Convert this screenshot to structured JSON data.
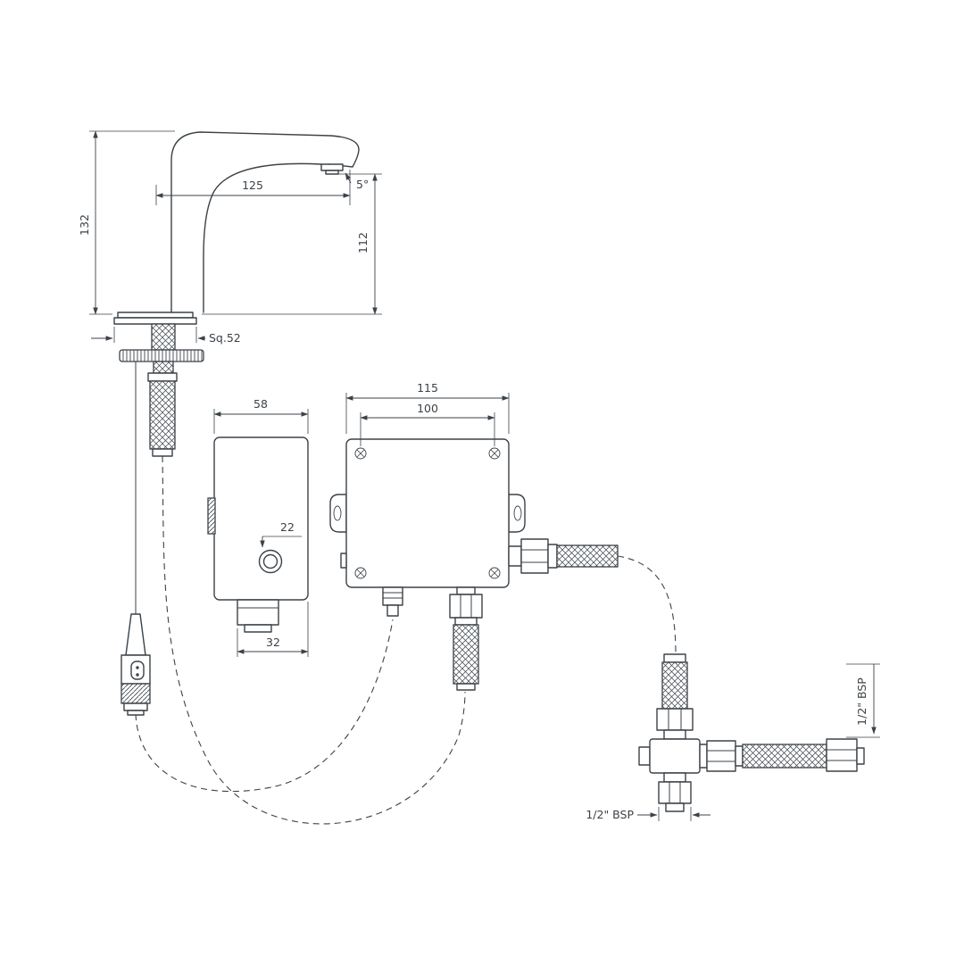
{
  "drawing": {
    "type": "technical-installation-diagram",
    "subject": "sensor faucet with controller, control box and tee angle valve",
    "line_color": "#3b4248",
    "background": "#ffffff",
    "labels": {
      "faucet_height": "132",
      "spout_reach": "125",
      "outlet_height": "112",
      "spout_angle": "5°",
      "base_square": "Sq.52",
      "controller_width": "58",
      "button_offset": "22",
      "controller_depth": "32",
      "box_outer_width": "115",
      "box_inner_width": "100",
      "bottom_thread": "1/2\" BSP",
      "side_thread": "1/2\" BSP"
    }
  }
}
